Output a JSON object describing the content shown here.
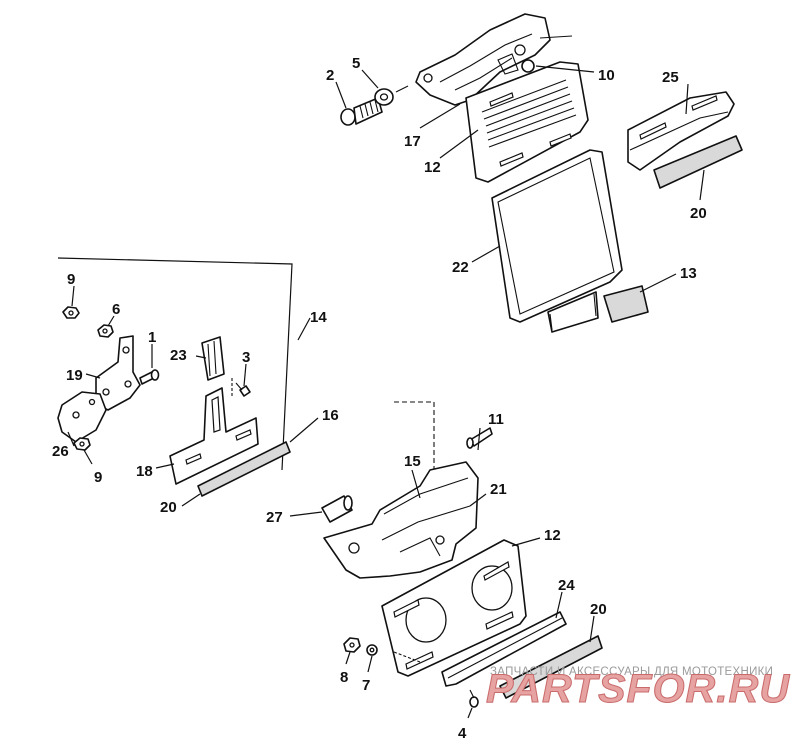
{
  "labels": {
    "n1": "1",
    "n2": "2",
    "n3": "3",
    "n4": "4",
    "n5": "5",
    "n6": "6",
    "n7": "7",
    "n8": "8",
    "n9a": "9",
    "n9b": "9",
    "n10": "10",
    "n11": "11",
    "n12a": "12",
    "n12b": "12",
    "n13": "13",
    "n14": "14",
    "n15": "15",
    "n16": "16",
    "n17": "17",
    "n18": "18",
    "n19": "19",
    "n20a": "20",
    "n20b": "20",
    "n20c": "20",
    "n21": "21",
    "n22": "22",
    "n23": "23",
    "n24": "24",
    "n25": "25",
    "n26": "26",
    "n27": "27"
  },
  "watermark": {
    "tagline": "ЗАПЧАСТИ И АКСЕССУАРЫ ДЛЯ МОТОТЕХНИКИ",
    "logo": "PARTSFOR.RU"
  }
}
